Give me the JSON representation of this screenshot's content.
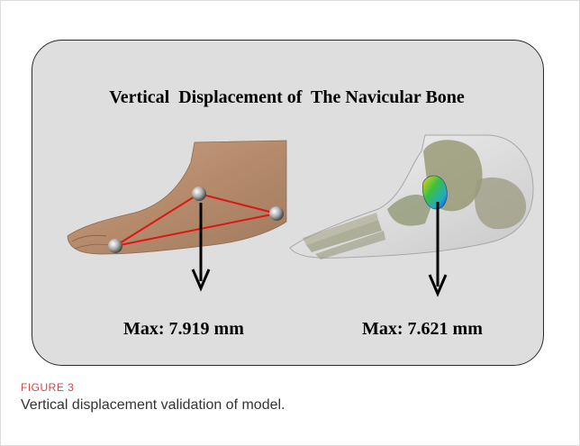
{
  "figure": {
    "title": "Vertical  Displacement of  The Navicular Bone",
    "left_max": "Max: 7.919 mm",
    "right_max": "Max: 7.621 mm",
    "caption_label": "FIGURE 3",
    "caption_text": "Vertical displacement validation of model."
  }
}
